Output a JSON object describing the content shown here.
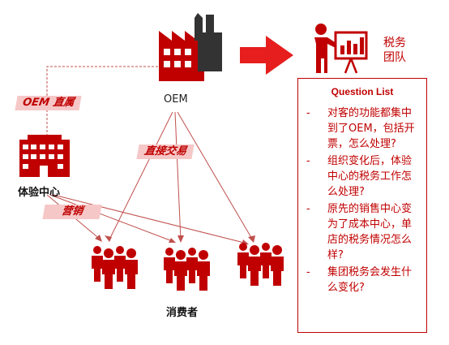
{
  "colors": {
    "accent": "#c00000",
    "tag_bg": "#f6c7c7",
    "line": "#c0504d"
  },
  "icons": {
    "factory": "factory-icon",
    "office": "office-building-icon",
    "presenter": "presenter-board-icon",
    "people": "people-group-icon",
    "arrow": "right-arrow-icon"
  },
  "labels": {
    "oem": "OEM",
    "oem_direct": "OEM 直属",
    "direct_trade": "直接交易",
    "experience_center": "体验中心",
    "marketing": "营销",
    "consumers": "消费者",
    "tax_team_line1": "税务",
    "tax_team_line2": "团队"
  },
  "questions": {
    "title": "Question List",
    "items": [
      "对客的功能都集中到了OEM，包括开票，怎么处理?",
      "组织变化后，体验中心的税务工作怎么处理?",
      "原先的销售中心变为了成本中心，单店的税务情况怎么样?",
      "集团税务会发生什么变化?"
    ],
    "bullet": "-"
  }
}
